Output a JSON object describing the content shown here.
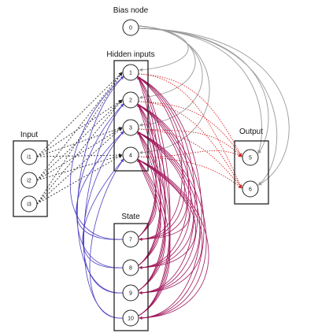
{
  "labels": {
    "bias": "Bias node",
    "hidden": "Hidden inputs",
    "input": "Input",
    "output": "Output",
    "state": "State"
  },
  "nodes": {
    "bias": [
      "0"
    ],
    "hidden": [
      "1",
      "2",
      "3",
      "4"
    ],
    "input": [
      "i1",
      "i2",
      "i3"
    ],
    "output": [
      "5",
      "6"
    ],
    "state": [
      "7",
      "8",
      "9",
      "10"
    ]
  },
  "colors": {
    "bias_edges": "#9a9a9a",
    "input_to_hidden": "#333333",
    "hidden_to_output": "#d62a2a",
    "hidden_to_state": "#a0155a",
    "state_to_hidden": "#4b3fc2"
  }
}
